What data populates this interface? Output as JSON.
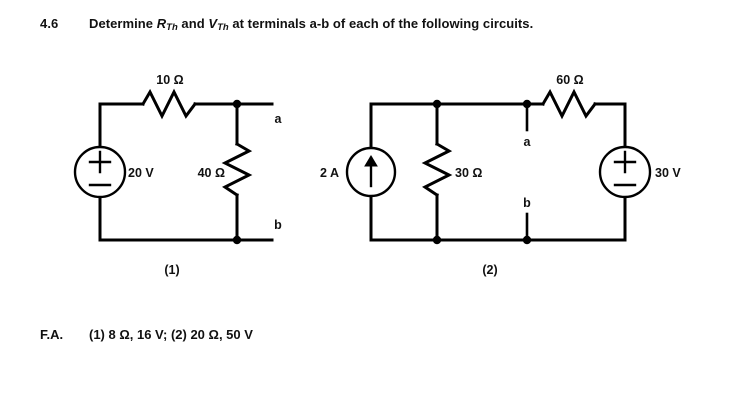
{
  "problem": {
    "number": "4.6",
    "statement_pre": "Determine ",
    "statement_r": "R",
    "statement_r_sub": "Th",
    "statement_mid": " and ",
    "statement_v": "V",
    "statement_v_sub": "Th",
    "statement_post": " at terminals a-b of each of the following circuits."
  },
  "answers": {
    "label": "F.A.",
    "text": "(1) 8 Ω, 16 V; (2) 20 Ω, 50 V"
  },
  "colors": {
    "ink": "#111111",
    "wire": "#000000",
    "background": "#ffffff"
  },
  "circuit1": {
    "caption": "(1)",
    "source": {
      "type": "voltage-source",
      "value": "20 V",
      "polarity_top": "+",
      "polarity_bottom": "−"
    },
    "resistors": [
      {
        "name": "series-resistor",
        "value": "10 Ω",
        "orientation": "horizontal"
      },
      {
        "name": "shunt-resistor",
        "value": "40 Ω",
        "orientation": "vertical"
      }
    ],
    "terminals": [
      {
        "name": "terminal-a",
        "label": "a"
      },
      {
        "name": "terminal-b",
        "label": "b"
      }
    ]
  },
  "circuit2": {
    "caption": "(2)",
    "source_current": {
      "type": "current-source",
      "value": "2 A",
      "direction": "up"
    },
    "source_voltage": {
      "type": "voltage-source",
      "value": "30 V",
      "polarity_top": "+",
      "polarity_bottom": "−"
    },
    "resistors": [
      {
        "name": "shunt-resistor",
        "value": "30 Ω",
        "orientation": "vertical"
      },
      {
        "name": "series-resistor",
        "value": "60 Ω",
        "orientation": "horizontal"
      }
    ],
    "terminals": [
      {
        "name": "terminal-a",
        "label": "a"
      },
      {
        "name": "terminal-b",
        "label": "b"
      }
    ]
  }
}
